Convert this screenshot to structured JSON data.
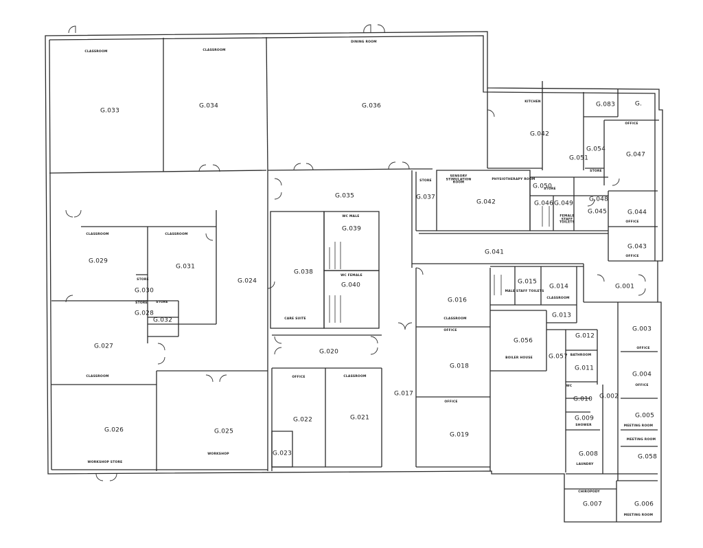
{
  "plan": {
    "rooms": [
      {
        "id": "g033",
        "code": "G.033",
        "name": "CLASSROOM"
      },
      {
        "id": "g034",
        "code": "G.034",
        "name": "CLASSROOM"
      },
      {
        "id": "g036",
        "code": "G.036",
        "name": "DINING ROOM"
      },
      {
        "id": "g042k",
        "code": "G.042",
        "name": "KITCHEN"
      },
      {
        "id": "g083",
        "code": "G.083",
        "name": ""
      },
      {
        "id": "gc",
        "code": "G.",
        "name": ""
      },
      {
        "id": "g047",
        "code": "G.047",
        "name": "OFFICE"
      },
      {
        "id": "g054",
        "code": "G.054",
        "name": "STORE"
      },
      {
        "id": "g051",
        "code": "G.051",
        "name": ""
      },
      {
        "id": "g050",
        "code": "G.050",
        "name": ""
      },
      {
        "id": "g035",
        "code": "G.035",
        "name": ""
      },
      {
        "id": "g037",
        "code": "G.037",
        "name": "STORE"
      },
      {
        "id": "g042",
        "code": "G.042",
        "name": ""
      },
      {
        "id": "g046",
        "code": "G.046",
        "name": ""
      },
      {
        "id": "g049",
        "code": "G.049",
        "name": ""
      },
      {
        "id": "g048",
        "code": "G.048",
        "name": ""
      },
      {
        "id": "g045",
        "code": "G.045",
        "name": ""
      },
      {
        "id": "g044",
        "code": "G.044",
        "name": "OFFICE"
      },
      {
        "id": "g043",
        "code": "G.043",
        "name": "OFFICE"
      },
      {
        "id": "g029",
        "code": "G.029",
        "name": "CLASSROOM"
      },
      {
        "id": "g031",
        "code": "G.031",
        "name": "CLASSROOM"
      },
      {
        "id": "g024",
        "code": "G.024",
        "name": ""
      },
      {
        "id": "g038",
        "code": "G.038",
        "name": "CARE SUITE"
      },
      {
        "id": "g039",
        "code": "G.039",
        "name": "WC MALE"
      },
      {
        "id": "g040",
        "code": "G.040",
        "name": "WC FEMALE"
      },
      {
        "id": "g041",
        "code": "G.041",
        "name": ""
      },
      {
        "id": "g015",
        "code": "G.015",
        "name": "MALE STAFF TOILETS"
      },
      {
        "id": "g014",
        "code": "G.014",
        "name": "CLASSROOM"
      },
      {
        "id": "g001",
        "code": "G.001",
        "name": ""
      },
      {
        "id": "g030",
        "code": "G.030",
        "name": "STORE"
      },
      {
        "id": "g028",
        "code": "G.028",
        "name": "STORE"
      },
      {
        "id": "g032",
        "code": "G.032",
        "name": "STORE"
      },
      {
        "id": "g016",
        "code": "G.016",
        "name": "CLASSROOM"
      },
      {
        "id": "g013",
        "code": "G.013",
        "name": ""
      },
      {
        "id": "g027",
        "code": "G.027",
        "name": "CLASSROOM"
      },
      {
        "id": "g020",
        "code": "G.020",
        "name": ""
      },
      {
        "id": "g056",
        "code": "G.056",
        "name": "BOILER HOUSE"
      },
      {
        "id": "g012",
        "code": "G.012",
        "name": ""
      },
      {
        "id": "g003",
        "code": "G.003",
        "name": "OFFICE"
      },
      {
        "id": "g018",
        "code": "G.018",
        "name": "OFFICE"
      },
      {
        "id": "g057",
        "code": "G.057",
        "name": ""
      },
      {
        "id": "g011",
        "code": "G.011",
        "name": "BATHROOM"
      },
      {
        "id": "g004",
        "code": "G.004",
        "name": "OFFICE"
      },
      {
        "id": "g017",
        "code": "G.017",
        "name": ""
      },
      {
        "id": "g002",
        "code": "G.002",
        "name": ""
      },
      {
        "id": "g010",
        "code": "G.010",
        "name": "WC"
      },
      {
        "id": "g026",
        "code": "G.026",
        "name": "WORKSHOP STORE"
      },
      {
        "id": "g025",
        "code": "G.025",
        "name": "WORKSHOP"
      },
      {
        "id": "g022",
        "code": "G.022",
        "name": "OFFICE"
      },
      {
        "id": "g021",
        "code": "G.021",
        "name": "CLASSROOM"
      },
      {
        "id": "g019",
        "code": "G.019",
        "name": "OFFICE"
      },
      {
        "id": "g009",
        "code": "G.009",
        "name": "SHOWER"
      },
      {
        "id": "g005",
        "code": "G.005",
        "name": "MEETING ROOM"
      },
      {
        "id": "g023",
        "code": "G.023",
        "name": ""
      },
      {
        "id": "g008",
        "code": "G.008",
        "name": "LAUNDRY"
      },
      {
        "id": "g058",
        "code": "G.058",
        "name": "MEETING ROOM"
      },
      {
        "id": "g007",
        "code": "G.007",
        "name": "CHIROPODY"
      },
      {
        "id": "g006",
        "code": "G.006",
        "name": "MEETING ROOM"
      }
    ],
    "extra_labels": {
      "sensory": "SENSORY STIMULATION ROOM",
      "physio": "PHYSIOTHERAPY ROOM",
      "female_staff": "FEMALE STAFF TOILETS",
      "store_small": "STORE"
    },
    "line_color": "#2a2a2a"
  }
}
